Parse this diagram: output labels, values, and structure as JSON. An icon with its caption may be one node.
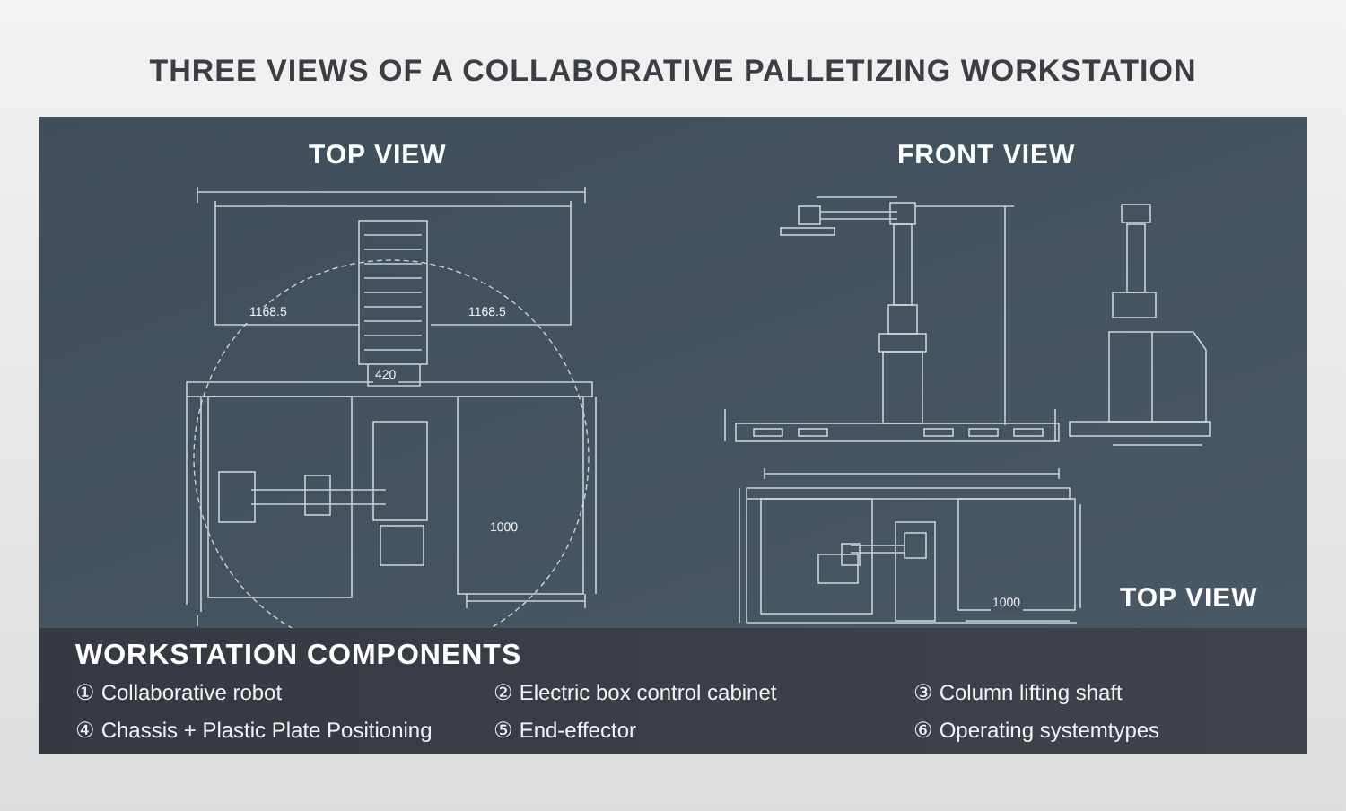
{
  "diagram": {
    "title": "THREE VIEWS OF A COLLABORATIVE PALLETIZING WORKSTATION",
    "labels": [
      "TOP VIEW",
      "FRONT VIEW",
      "1168.5",
      "1168.5",
      "420",
      "1000",
      "1000",
      "TOP VIEW",
      "WORKSTATION COMPONENTS",
      "① Collaborative robot",
      "② Electric box control cabinet",
      "③ Column lifting shaft",
      "④ Chassis + Plastic Plate Positioning",
      "⑤ End-effector",
      "⑥ Operating systemtypes"
    ]
  }
}
